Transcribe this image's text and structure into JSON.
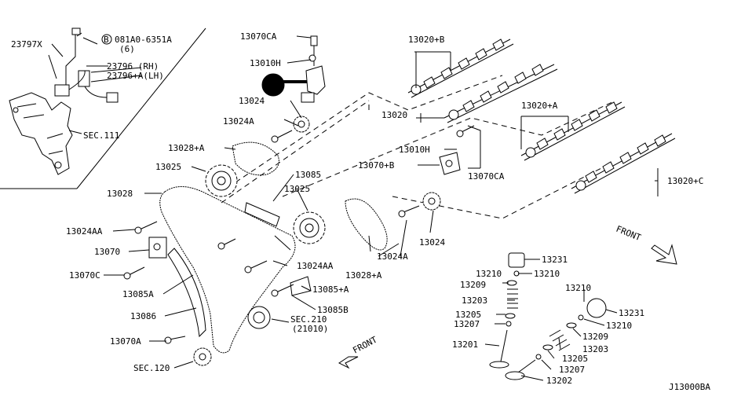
{
  "diagram_id": "J13000BA",
  "labels": {
    "l_23797X": "23797X",
    "l_081A0": "081A0-6351A",
    "l_081A0_qty": "(6)",
    "l_23796": "23796  (RH)",
    "l_23796A": "23796+A(LH)",
    "l_sec111": "SEC.111",
    "l_13070CA_top": "13070CA",
    "l_13010H_top": "13010H",
    "l_13024_top": "13024",
    "l_13024A_top": "13024A",
    "l_13028A_top": "13028+A",
    "l_13025_top": "13025",
    "l_13028": "13028",
    "l_13085": "13085",
    "l_13025_mid": "13025",
    "l_13024AA_left": "13024AA",
    "l_13070": "13070",
    "l_13070C": "13070C",
    "l_13085A": "13085A",
    "l_13086": "13086",
    "l_13070A": "13070A",
    "l_sec120": "SEC.120",
    "l_sec210": "SEC.210",
    "l_sec210_sub": "(21010)",
    "l_13085B": "13085B",
    "l_13085A_r": "13085+A",
    "l_13024AA_mid": "13024AA",
    "l_13028A_mid": "13028+A",
    "l_13024A_mid": "13024A",
    "l_13024_mid": "13024",
    "l_13020B": "13020+B",
    "l_13020": "13020",
    "l_13010H_mid": "13010H",
    "l_13070B": "13070+B",
    "l_13070CA_mid": "13070CA",
    "l_13020A": "13020+A",
    "l_13020C": "13020+C",
    "l_front_right": "FRONT",
    "l_front_bottom": "FRONT",
    "l_13231_a": "13231",
    "l_13210_a1": "13210",
    "l_13210_a2": "13210",
    "l_13209_a": "13209",
    "l_13203_a": "13203",
    "l_13205_a": "13205",
    "l_13207_a": "13207",
    "l_13201": "13201",
    "l_13210_b1": "13210",
    "l_13231_b": "13231",
    "l_13210_b2": "13210",
    "l_13209_b": "13209",
    "l_13203_b": "13203",
    "l_13205_b": "13205",
    "l_13207_b": "13207",
    "l_13202": "13202",
    "l_diagram_id": "J13000BA",
    "l_circle_B": "B"
  }
}
